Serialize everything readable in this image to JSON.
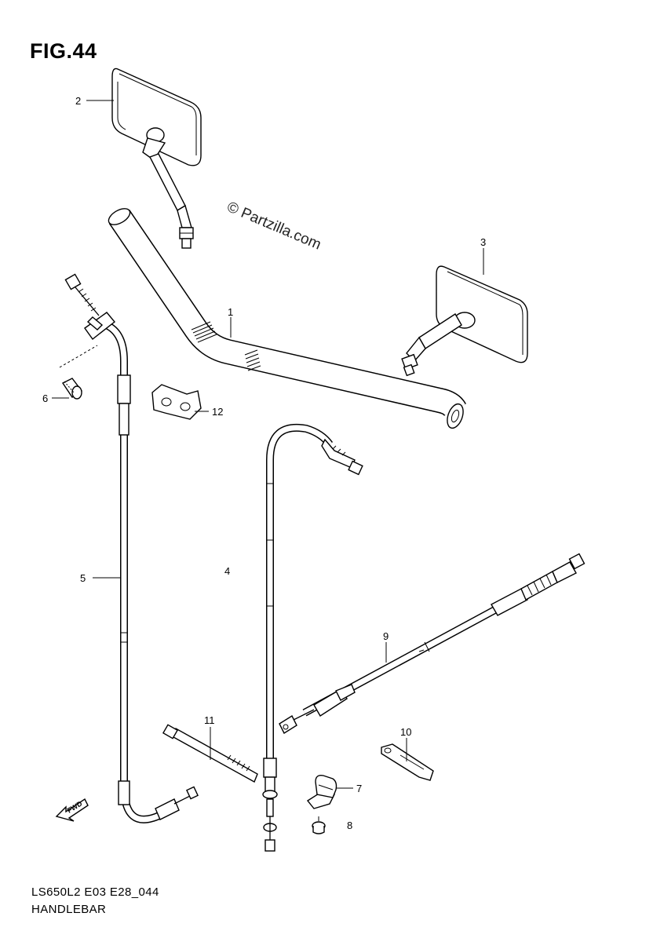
{
  "figure": {
    "title": "FIG.44",
    "code": "LS650L2 E03 E28_044",
    "name": "HANDLEBAR",
    "watermark": "© Partzilla.com"
  },
  "parts": [
    {
      "id": "1",
      "label": "1",
      "name": "handlebar"
    },
    {
      "id": "2",
      "label": "2",
      "name": "mirror-left"
    },
    {
      "id": "3",
      "label": "3",
      "name": "mirror-right"
    },
    {
      "id": "4",
      "label": "4",
      "name": "cable-4"
    },
    {
      "id": "5",
      "label": "5",
      "name": "cable-5"
    },
    {
      "id": "6",
      "label": "6",
      "name": "bolt"
    },
    {
      "id": "7",
      "label": "7",
      "name": "clamp"
    },
    {
      "id": "8",
      "label": "8",
      "name": "screw"
    },
    {
      "id": "9",
      "label": "9",
      "name": "clutch-cable"
    },
    {
      "id": "10",
      "label": "10",
      "name": "bracket"
    },
    {
      "id": "11",
      "label": "11",
      "name": "cable-tie"
    },
    {
      "id": "12",
      "label": "12",
      "name": "clip"
    }
  ],
  "fwd_arrow": {
    "label": "FWD",
    "icon": "forward-arrow-icon"
  }
}
